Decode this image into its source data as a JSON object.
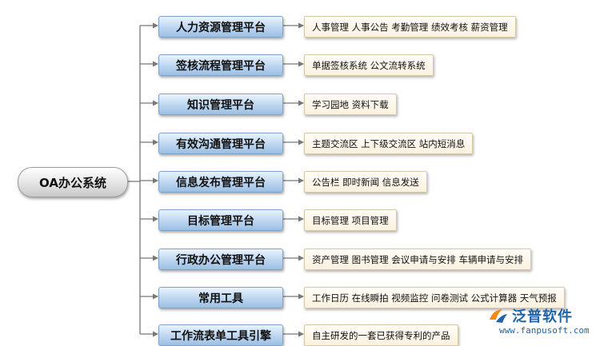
{
  "root": {
    "label": "OA办公系统"
  },
  "platforms": [
    {
      "label": "人力资源管理平台",
      "features": "人事管理  人事公告  考勤管理  绩效考核  薪资管理"
    },
    {
      "label": "签核流程管理平台",
      "features": "单据签核系统  公文流转系统"
    },
    {
      "label": "知识管理平台",
      "features": "学习园地  资料下载"
    },
    {
      "label": "有效沟通管理平台",
      "features": "主题交流区  上下级交流区  站内短消息"
    },
    {
      "label": "信息发布管理平台",
      "features": "公告栏  即时新闻  信息发送"
    },
    {
      "label": "目标管理平台",
      "features": "目标管理  项目管理"
    },
    {
      "label": "行政办公管理平台",
      "features": "资产管理  图书管理  会议申请与安排  车辆申请与安排"
    },
    {
      "label": "常用工具",
      "features": "工作日历  在线瞬拍  视频监控  问卷测试  公式计算器  天气预报"
    },
    {
      "label": "工作流表单工具引擎",
      "features": "自主研发的一套已获得专利的产品"
    }
  ],
  "colors": {
    "platform_fill": "#bcd6f0",
    "feature_fill": "#fbf1de",
    "connector": "#777777",
    "watermark": "#1f63a8"
  },
  "watermark": {
    "name": "泛普软件",
    "url": "www.fanpusoft.com",
    "icon": "fanpu-logo-icon"
  }
}
